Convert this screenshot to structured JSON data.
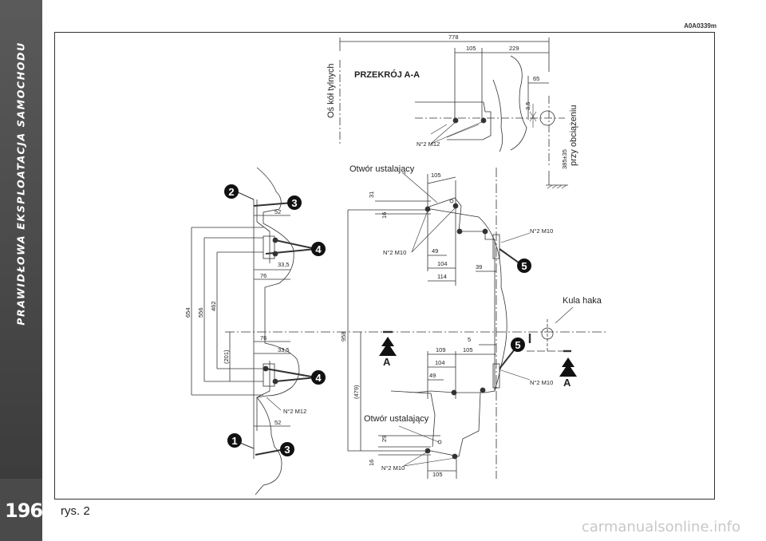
{
  "header": {
    "section_title": "PRAWIDŁOWA EKSPLOATACJA SAMOCHODU",
    "figure_code": "A0A0339m",
    "page_number": "196"
  },
  "figure": {
    "caption": "rys. 2"
  },
  "footer": {
    "watermark": "carmanualsonline.info"
  },
  "drawing": {
    "section_label": "PRZEKRÓJ A-A",
    "rear_wheel_axis": "Oś kół tylnych",
    "under_load": "przy obciążeniu",
    "locating_hole_top": "Otwór ustalający",
    "locating_hole_bottom": "Otwór ustalający",
    "ball_label": "Kula haka",
    "bolts": {
      "m12": "N°2 M12",
      "m10": "N°2 M10"
    },
    "section_marker": "A",
    "dims": {
      "d778": "778",
      "d105": "105",
      "d229": "229",
      "d65": "65",
      "d35": "3,5",
      "d385": "385±35",
      "d52": "52",
      "d335": "33,5",
      "d76": "76",
      "d654": "654",
      "d556": "556",
      "d462": "462",
      "d201": "(201)",
      "d31": "31",
      "d16": "16",
      "d49": "49",
      "d104": "104",
      "d114": "114",
      "d39": "39",
      "d958": "958",
      "d479": "(479)",
      "d109": "109",
      "d5": "5",
      "d29": "29"
    },
    "callouts": {
      "c1": "1",
      "c2": "2",
      "c3": "3",
      "c4": "4",
      "c5": "5"
    }
  }
}
